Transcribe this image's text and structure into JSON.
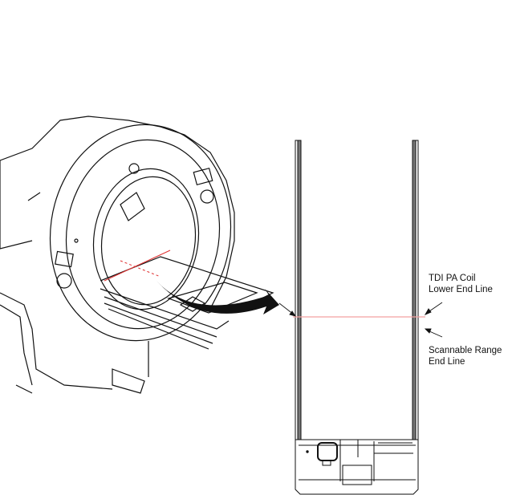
{
  "labels": {
    "coil_line_1": "TDI PA Coil",
    "coil_line_2": "Lower End Line",
    "range_line_1": "Scannable Range",
    "range_line_2": "End Line"
  },
  "colors": {
    "laser": "#f4a0a0",
    "line": "#111111"
  },
  "icons": [
    "mri-scanner-illustration",
    "table-top-view",
    "curved-arrow"
  ]
}
